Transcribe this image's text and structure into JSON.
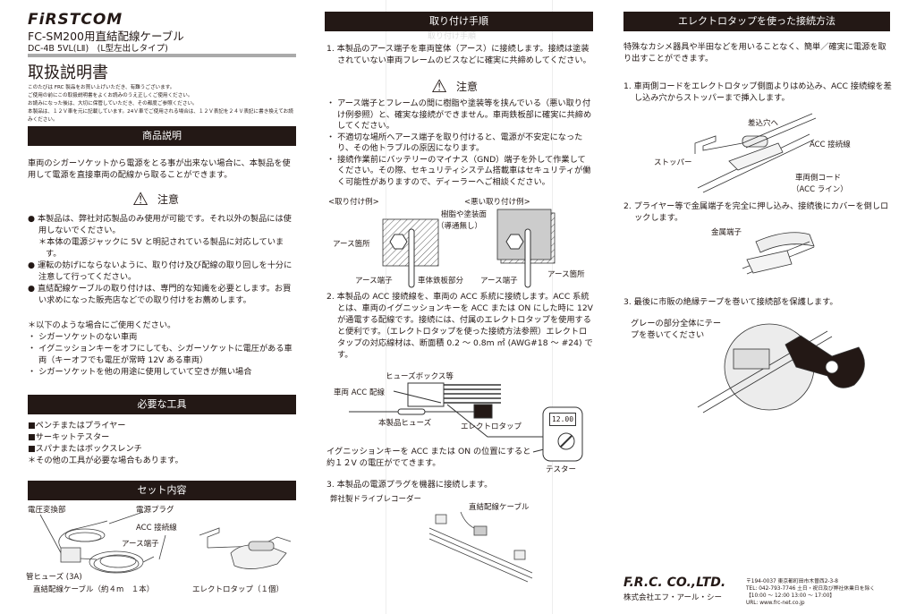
{
  "header": {
    "brand": "FiRSTCOM",
    "product": "FC-SM200用直結配線ケーブル",
    "model": "DC-4B 5VL(LⅡ)　(L型左出しタイプ)",
    "doc_title": "取扱説明書",
    "intro": [
      "このたびは FRC 製品をお買い上げいただき、有難うございます。",
      "ご使用の前にこの取扱説明書をよくお読みのうえ正しくご使用ください。",
      "お読みになった後は、大切に保管していただき、その都度ご参照ください。",
      "本製品は、１２Ｖ車を元に記載しています。24Ｖ車でご使用される場合は、１２Ｖ表記を２４Ｖ表記に書き換えてお読みください。"
    ]
  },
  "product": {
    "title": "商品説明",
    "desc": "車両のシガーソケットから電源をとる事が出来ない場合に、本製品を使用して電源を直接車両の配線から取ることができます。",
    "caution_label": "注意",
    "bullets": [
      "本製品は、弊社対応製品のみ使用が可能です。それ以外の製品には使用しないでください。",
      "運転の妨げにならないように、取り付け及び配線の取り回しを十分に注意して行ってください。",
      "直結配線ケーブルの取り付けは、専門的な知識を必要とします。お買い求めになった販売店などでの取り付けをお薦めします。"
    ],
    "note": "＊本体の電源ジャックに 5V と明記されている製品に対応しています。",
    "usage_head": "＊以下のような場合にご使用ください。",
    "usage": [
      "シガーソケットのない車両",
      "イグニッションキーをオフにしても、シガーソケットに電圧がある車両（キーオフでも電圧が常時 12V ある車両）",
      "シガーソケットを他の用途に使用していて空きが無い場合"
    ]
  },
  "tools": {
    "title": "必要な工具",
    "items": [
      "■ペンチまたはプライヤー",
      "■サーキットテスター",
      "■スパナまたはボックスレンチ"
    ],
    "note": "＊その他の工具が必要な場合もあります。"
  },
  "set": {
    "title": "セット内容",
    "labels": {
      "converter": "電圧変換部",
      "plug": "電源プラグ",
      "acc": "ACC 接続線",
      "earth": "アース端子",
      "fuse": "管ヒューズ (3A)",
      "cable": "直結配線ケーブル（約４m　１本）",
      "tap": "エレクトロタップ（１個）"
    }
  },
  "install": {
    "title": "取り付け手順",
    "ghost": "取り付け手順",
    "step1": "1. 本製品のアース端子を車両筐体（アース）に接続します。接続は塗装されていない車両フレームのビスなどに確実に共締めしてください。",
    "caution_label": "注意",
    "bullets": [
      "アース端子とフレームの間に樹脂や塗装等を挟んでいる（悪い取り付け例参照）と、確実な接続ができません。車両鉄板部に確実に共締めしてください。",
      "不適切な場所へアース端子を取り付けると、電源が不安定になったり、その他トラブルの原因になります。",
      "接続作業前にバッテリーのマイナス（GND）端子を外して作業してください。その際、セキュリティシステム搭載車はセキュリティが働く可能性がありますので、ディーラーへご相談ください。"
    ],
    "good": {
      "title": "<取り付け例>",
      "earth_point": "アース箇所",
      "terminal": "アース端子",
      "body": "車体鉄板部分"
    },
    "bad": {
      "title": "<悪い取り付け例>",
      "resin": "樹脂や塗装面",
      "no_conduct": "（導通無し）",
      "terminal": "アース端子",
      "earth_point": "アース箇所"
    },
    "step2": "2. 本製品の ACC 接続線を、車両の ACC 系統に接続します。ACC 系統とは、車両のイグニッションキーを ACC または ON にした時に 12V が通電する配線です。接続には、付属のエレクトロタップを使用すると便利です。（エレクトロタップを使った接続方法参照）エレクトロタップの対応線材は、断面積 0.2 ～ 0.8m ㎡ (AWG#18 ～ #24) です。",
    "diagram": {
      "fusebox": "ヒューズボックス等",
      "acc_wire": "車両 ACC 配線",
      "fuse": "本製品ヒューズ",
      "tap": "エレクトロタップ",
      "tester": "テスター",
      "reading": "12.00"
    },
    "voltage_note": "イグニッションキーを ACC または ON の位置にすると約１２V の電圧がでてきます。",
    "step3": "3. 本製品の電源プラグを機器に接続します。",
    "recorder": "弊社製ドライブレコーダー",
    "cable": "直結配線ケーブル"
  },
  "tap_method": {
    "title": "エレクトロタップを使った接続方法",
    "intro": "特殊なカシメ器具や半田などを用いることなく、簡単／確実に電源を取り出すことができます。",
    "step1": "1. 車両側コードをエレクトロタップ側面よりはめ込み、ACC 接続線を差し込み穴からストッパーまで挿入します。",
    "fig1": {
      "hole": "差込穴へ",
      "acc": "ACC 接続線",
      "stopper": "ストッパー",
      "cord": "車両側コード",
      "cord2": "（ACC ライン）"
    },
    "step2": "2. プライヤー等で金属端子を完全に押し込み、接続後にカバーを倒しロックします。",
    "metal": "金属端子",
    "step3": "3. 最後に市販の絶縁テープを巻いて接続部を保護します。",
    "gray_note": "グレーの部分全体にテープを巻いてください"
  },
  "footer": {
    "logo": "F.R.C. CO.,LTD.",
    "company": "株式会社エフ・アール・シー",
    "address": "〒194-0037 東京都町田市木曽西2-3-8",
    "tel": "TEL: 042-793-7746 土日・祝日及び弊社休業日を除く",
    "hours": "【10:00 ～ 12:00 13:00 ～ 17:00】",
    "url": "URL: www.frc-net.co.jp"
  },
  "colors": {
    "bar": "#231815",
    "gray": "#c8c8c8"
  }
}
